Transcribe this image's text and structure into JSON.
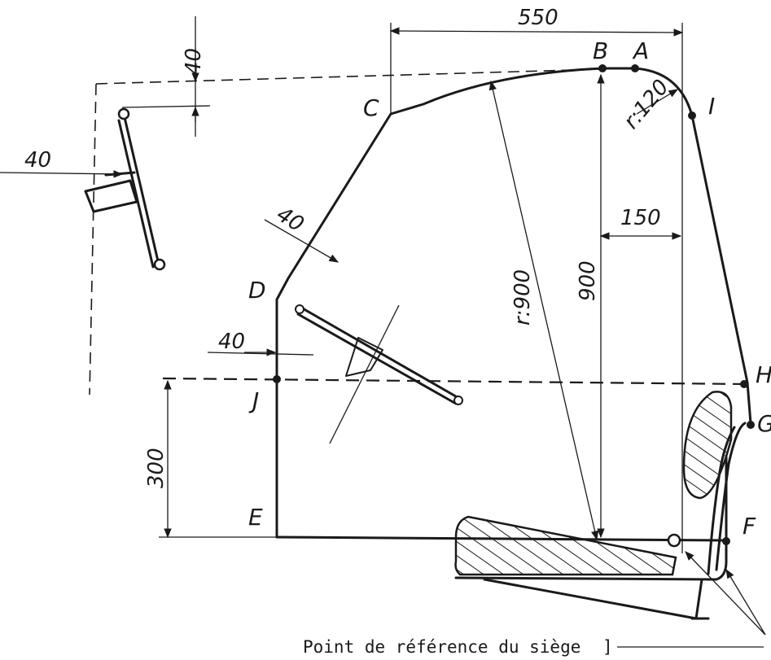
{
  "points": {
    "A": "A",
    "B": "B",
    "C": "C",
    "D": "D",
    "E": "E",
    "F": "F",
    "G": "G",
    "H": "H",
    "I": "I",
    "J": "J"
  },
  "dimensions": {
    "top_width": "550",
    "upper_offset": "40",
    "left_offset": "40",
    "diag_offset": "40",
    "lower_offset": "40",
    "radius_corner": "r:120",
    "radius_arc": "r:900",
    "height_vertical": "900",
    "horizontal_offset": "150",
    "height_lower": "300"
  },
  "caption": "Point de référence du siège"
}
